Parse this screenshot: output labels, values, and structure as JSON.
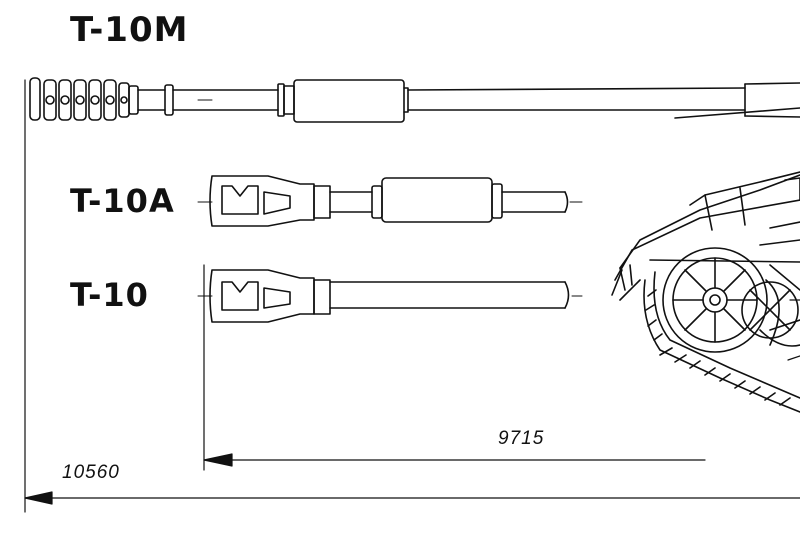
{
  "variants": [
    {
      "id": "t10m",
      "label": "T-10M"
    },
    {
      "id": "t10a",
      "label": "T-10A"
    },
    {
      "id": "t10",
      "label": "T-10"
    }
  ],
  "dimensions": {
    "overall": "10560",
    "short": "9715"
  },
  "colors": {
    "ink": "#111111",
    "paper": "#ffffff"
  }
}
